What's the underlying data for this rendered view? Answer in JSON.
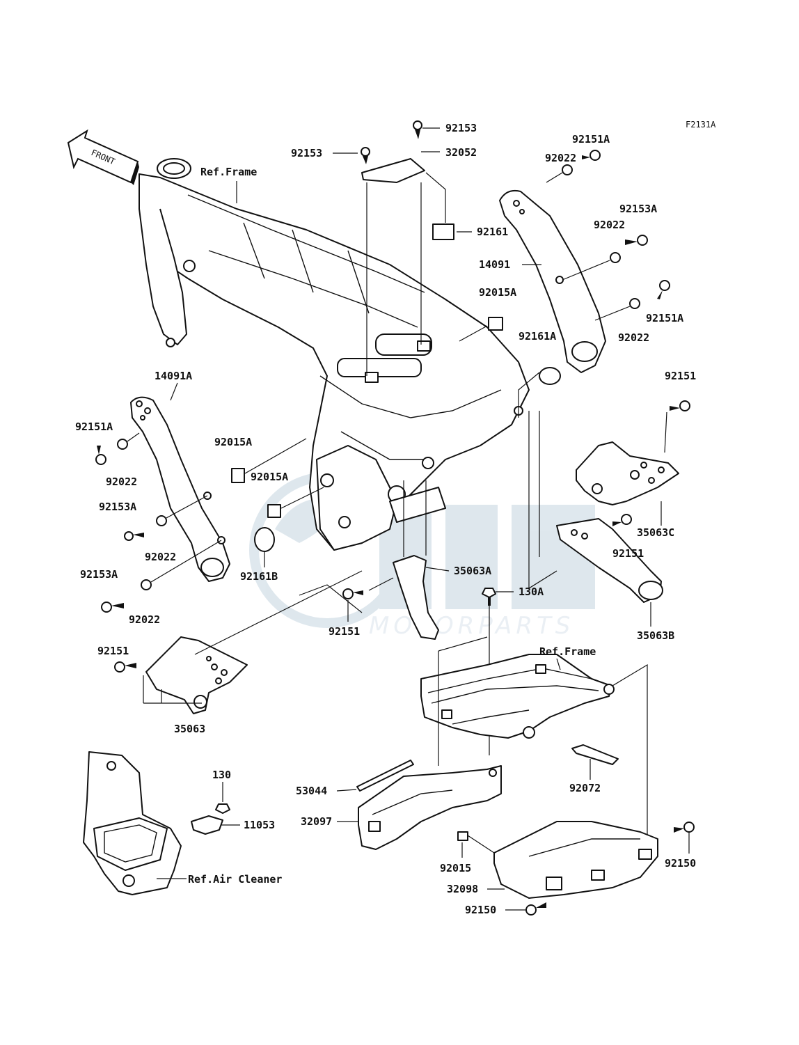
{
  "diagram_code": "F2131A",
  "front_label": "FRONT",
  "watermark": {
    "name": "Gem Motorparts",
    "text": "MOTORPARTS",
    "color": "#dbe5ec"
  },
  "labels": {
    "ref_frame_top": "Ref.Frame",
    "ref_frame_bottom": "Ref.Frame",
    "ref_air_cleaner": "Ref.Air Cleaner",
    "p_92153_top": "92153",
    "p_92153_left": "92153",
    "p_32052": "32052",
    "p_92161": "92161",
    "p_92151a_top": "92151A",
    "p_92022_top": "92022",
    "p_92153a_right": "92153A",
    "p_92022_right_mid": "92022",
    "p_14091": "14091",
    "p_92015a_top": "92015A",
    "p_92151a_right": "92151A",
    "p_92022_right_low": "92022",
    "p_92161a": "92161A",
    "p_14091a": "14091A",
    "p_92151a_left": "92151A",
    "p_92022_left_top": "92022",
    "p_92015a_left": "92015A",
    "p_92015a_center": "92015A",
    "p_92153a_left_mid": "92153A",
    "p_92022_left_mid": "92022",
    "p_92161b": "92161B",
    "p_92153a_left_low": "92153A",
    "p_92022_left_low": "92022",
    "p_92151_right_top": "92151",
    "p_35063c": "35063C",
    "p_92151_right_mid": "92151",
    "p_35063a": "35063A",
    "p_130a": "130A",
    "p_92151_center": "92151",
    "p_35063b": "35063B",
    "p_92151_left": "92151",
    "p_35063": "35063",
    "p_92072": "92072",
    "p_130": "130",
    "p_11053": "11053",
    "p_53044": "53044",
    "p_32097": "32097",
    "p_92015": "92015",
    "p_92150_right": "92150",
    "p_32098": "32098",
    "p_92150_bottom": "92150"
  }
}
